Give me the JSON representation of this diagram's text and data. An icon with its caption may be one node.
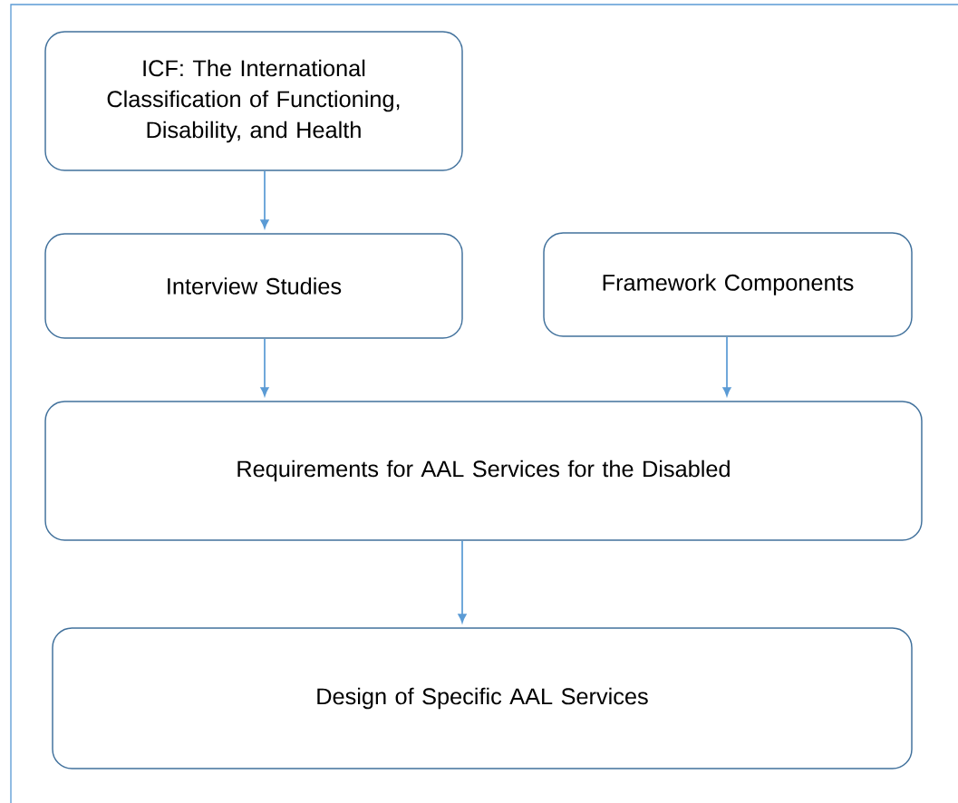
{
  "diagram": {
    "nodes": [
      {
        "text": [
          "ICF: The International Classification of Functioning, Disability, and Health"
        ]
      },
      {
        "text": [
          "Interview Studies"
        ]
      },
      {
        "text": [
          "Framework Components"
        ]
      },
      {
        "text": [
          "Requirements for AAL Services for the Disabled"
        ]
      },
      {
        "text": [
          "Design of Specific AAL Services"
        ]
      }
    ],
    "edges": [
      {
        "from": 0,
        "to": 1,
        "arrow": "to"
      },
      {
        "from": 1,
        "to": 3,
        "arrow": "to"
      },
      {
        "from": 2,
        "to": 3,
        "arrow": "to"
      },
      {
        "from": 3,
        "to": 4,
        "arrow": "to"
      }
    ]
  }
}
